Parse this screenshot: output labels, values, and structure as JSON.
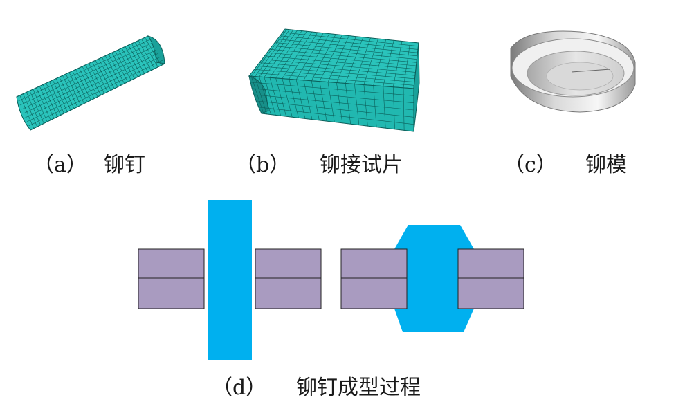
{
  "panels": [
    {
      "id": "a",
      "tag": "（a）",
      "label": "铆钉"
    },
    {
      "id": "b",
      "tag": "（b）",
      "label": "铆接试片"
    },
    {
      "id": "c",
      "tag": "（c）",
      "label": "铆模"
    },
    {
      "id": "d",
      "tag": "（d）",
      "label": "铆钉成型过程"
    }
  ],
  "colors": {
    "mesh_fill": "#21b8b0",
    "mesh_line": "#0b5f5a",
    "sheet_fill": "#a99bc0",
    "rivet_fill": "#00b0ef",
    "outline": "#222222",
    "die_light": "#f4f4f4",
    "die_dark": "#8d8d8d"
  }
}
